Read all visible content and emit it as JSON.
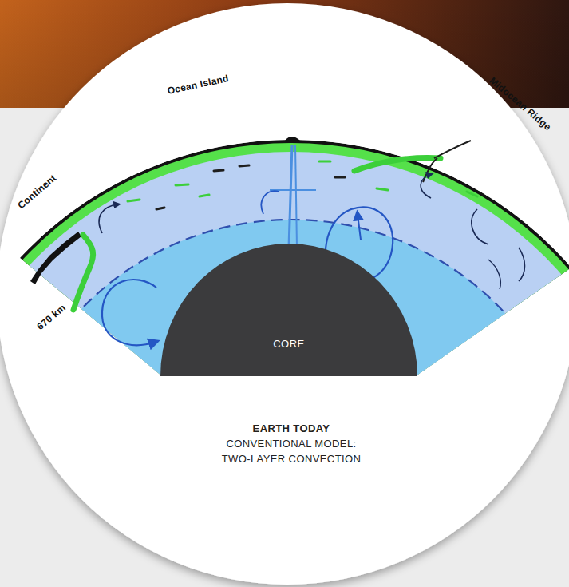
{
  "diagram": {
    "title": "EARTH TODAY",
    "caption": "CONVENTIONAL MODEL: TWO-LAYER CONVECTION",
    "nodes": [
      {
        "text": [
          "CORE"
        ]
      }
    ],
    "labels": [
      "Ocean Island",
      "Continent",
      "Midocean Ridge",
      "670 km"
    ]
  }
}
